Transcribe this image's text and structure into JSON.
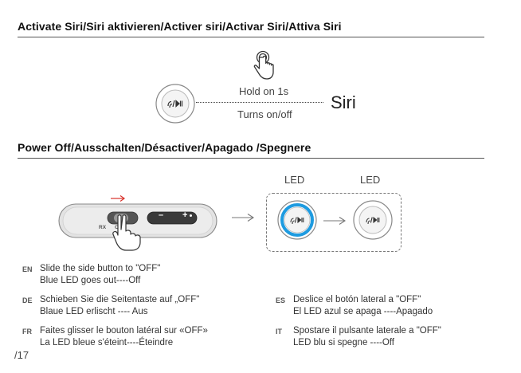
{
  "section1": {
    "title": "Activate Siri/Siri aktivieren/Activer siri/Activar Siri/Attiva Siri",
    "hold_label": "Hold on 1s",
    "turns_label": "Turns on/off",
    "siri_label": "Siri"
  },
  "section2": {
    "title": "Power Off/Ausschalten/Désactiver/Apagado /Spegnere",
    "switch_labels": {
      "rx": "RX",
      "off": "OFF"
    },
    "volume_minus": "–",
    "volume_plus": "+",
    "led_label_1": "LED",
    "led_label_2": "LED"
  },
  "instructions": {
    "en": {
      "code": "EN",
      "line1": "Slide the side button to \"OFF\"",
      "line2": "Blue LED goes out----Off"
    },
    "de": {
      "code": "DE",
      "line1": "Schieben Sie die Seitentaste auf „OFF\"",
      "line2": "Blaue LED erlischt ---- Aus"
    },
    "fr": {
      "code": "FR",
      "line1": "Faites glisser le bouton latéral sur «OFF»",
      "line2": "La LED bleue s'éteint----Éteindre"
    },
    "es": {
      "code": "ES",
      "line1": "Deslice el botón lateral a \"OFF\"",
      "line2": "El LED azul se apaga ----Apagado"
    },
    "it": {
      "code": "IT",
      "line1": "Spostare il pulsante laterale a \"OFF\"",
      "line2": "LED blu si spegne ----Off"
    }
  },
  "page_number": "/17",
  "colors": {
    "led_blue": "#1e9be0",
    "arrow_red": "#d9322b",
    "device_gray": "#d9d9d9"
  },
  "icons": [
    "tap-hand-icon",
    "siri-play-pause-icon",
    "slide-hand-icon",
    "arrow-right-icon"
  ]
}
